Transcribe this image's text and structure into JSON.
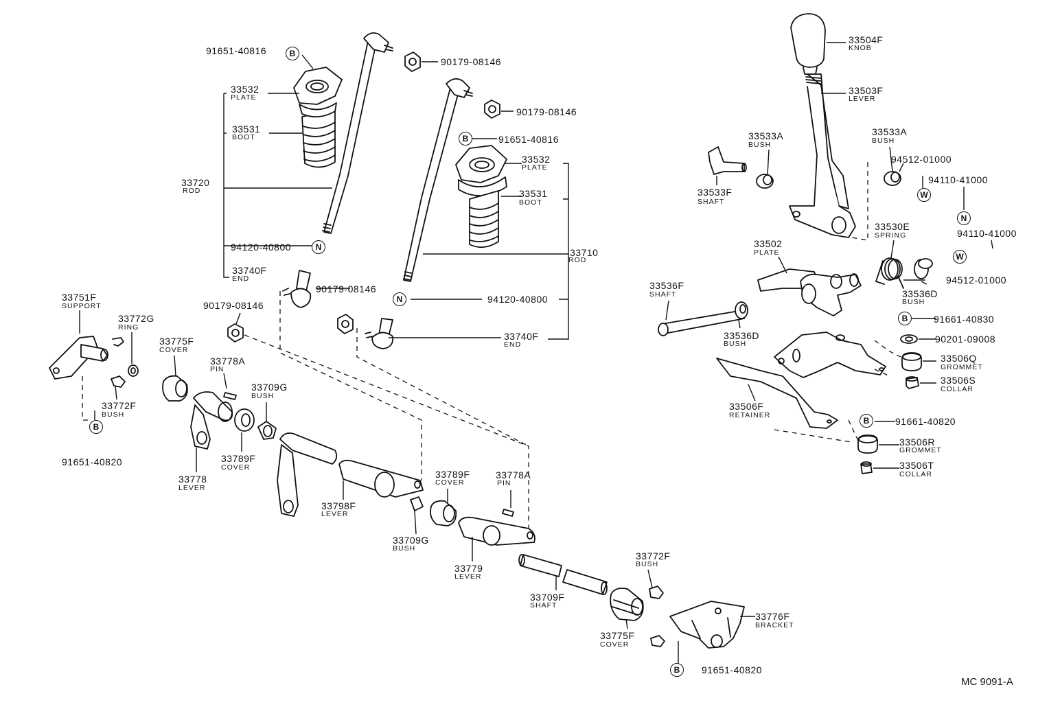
{
  "diagram_code": "MC 9091-A",
  "markers": {
    "b": "B",
    "n": "N",
    "w": "W"
  },
  "callouts": [
    {
      "id": "c1",
      "part": "91651-40816",
      "mark": "b"
    },
    {
      "id": "c2",
      "part": "33532",
      "name": "PLATE"
    },
    {
      "id": "c3",
      "part": "33531",
      "name": "BOOT"
    },
    {
      "id": "c4",
      "part": "33720",
      "name": "ROD"
    },
    {
      "id": "c5",
      "part": "94120-40800",
      "mark": "n"
    },
    {
      "id": "c6",
      "part": "33740F",
      "name": "END"
    },
    {
      "id": "c7",
      "part": "90179-08146"
    },
    {
      "id": "c8",
      "part": "90179-08146"
    },
    {
      "id": "c9",
      "part": "91651-40816",
      "mark": "b"
    },
    {
      "id": "c10",
      "part": "33532",
      "name": "PLATE"
    },
    {
      "id": "c11",
      "part": "33531",
      "name": "BOOT"
    },
    {
      "id": "c12",
      "part": "33710",
      "name": "ROD"
    },
    {
      "id": "c13",
      "part": "94120-40800",
      "mark": "n"
    },
    {
      "id": "c14",
      "part": "33740F",
      "name": "END"
    },
    {
      "id": "c15",
      "part": "90179-08146"
    },
    {
      "id": "c16",
      "part": "90179-08146"
    },
    {
      "id": "c17",
      "part": "33751F",
      "name": "SUPPORT"
    },
    {
      "id": "c18",
      "part": "33772G",
      "name": "RING"
    },
    {
      "id": "c19",
      "part": "33772F",
      "name": "BUSH"
    },
    {
      "id": "c20",
      "part": "91651-40820",
      "mark": "b"
    },
    {
      "id": "c21",
      "part": "33775F",
      "name": "COVER"
    },
    {
      "id": "c22",
      "part": "33778A",
      "name": "PIN"
    },
    {
      "id": "c23",
      "part": "33709G",
      "name": "BUSH"
    },
    {
      "id": "c24",
      "part": "33789F",
      "name": "COVER"
    },
    {
      "id": "c25",
      "part": "33778",
      "name": "LEVER"
    },
    {
      "id": "c26",
      "part": "33798F",
      "name": "LEVER"
    },
    {
      "id": "c27",
      "part": "33789F",
      "name": "COVER"
    },
    {
      "id": "c28",
      "part": "33778A",
      "name": "PIN"
    },
    {
      "id": "c29",
      "part": "33709G",
      "name": "BUSH"
    },
    {
      "id": "c30",
      "part": "33779",
      "name": "LEVER"
    },
    {
      "id": "c31",
      "part": "33709F",
      "name": "SHAFT"
    },
    {
      "id": "c32",
      "part": "33772F",
      "name": "BUSH"
    },
    {
      "id": "c33",
      "part": "33775F",
      "name": "COVER"
    },
    {
      "id": "c34",
      "part": "33776F",
      "name": "BRACKET"
    },
    {
      "id": "c35",
      "part": "91651-40820",
      "mark": "b"
    },
    {
      "id": "c36",
      "part": "33504F",
      "name": "KNOB"
    },
    {
      "id": "c37",
      "part": "33503F",
      "name": "LEVER"
    },
    {
      "id": "c38",
      "part": "33533A",
      "name": "BUSH"
    },
    {
      "id": "c39",
      "part": "33533A",
      "name": "BUSH"
    },
    {
      "id": "c40",
      "part": "33533F",
      "name": "SHAFT"
    },
    {
      "id": "c41",
      "part": "94512-01000"
    },
    {
      "id": "c42",
      "part": "94110-41000",
      "mark": "w"
    },
    {
      "id": "c43",
      "part": "33502",
      "name": "PLATE"
    },
    {
      "id": "c44",
      "part": "33530E",
      "name": "SPRING"
    },
    {
      "id": "c45",
      "part": "94110-41000",
      "mark": "n"
    },
    {
      "id": "c46",
      "part": "94512-01000",
      "mark": "w"
    },
    {
      "id": "c47",
      "part": "33536F",
      "name": "SHAFT"
    },
    {
      "id": "c48",
      "part": "33536D",
      "name": "BUSH"
    },
    {
      "id": "c49",
      "part": "33536D",
      "name": "BUSH"
    },
    {
      "id": "c50",
      "part": "91661-40830",
      "mark": "b"
    },
    {
      "id": "c51",
      "part": "90201-09008"
    },
    {
      "id": "c52",
      "part": "33506Q",
      "name": "GROMMET"
    },
    {
      "id": "c53",
      "part": "33506S",
      "name": "COLLAR"
    },
    {
      "id": "c54",
      "part": "33506F",
      "name": "RETAINER"
    },
    {
      "id": "c55",
      "part": "91661-40820",
      "mark": "b"
    },
    {
      "id": "c56",
      "part": "33506R",
      "name": "GROMMET"
    },
    {
      "id": "c57",
      "part": "33506T",
      "name": "COLLAR"
    }
  ]
}
